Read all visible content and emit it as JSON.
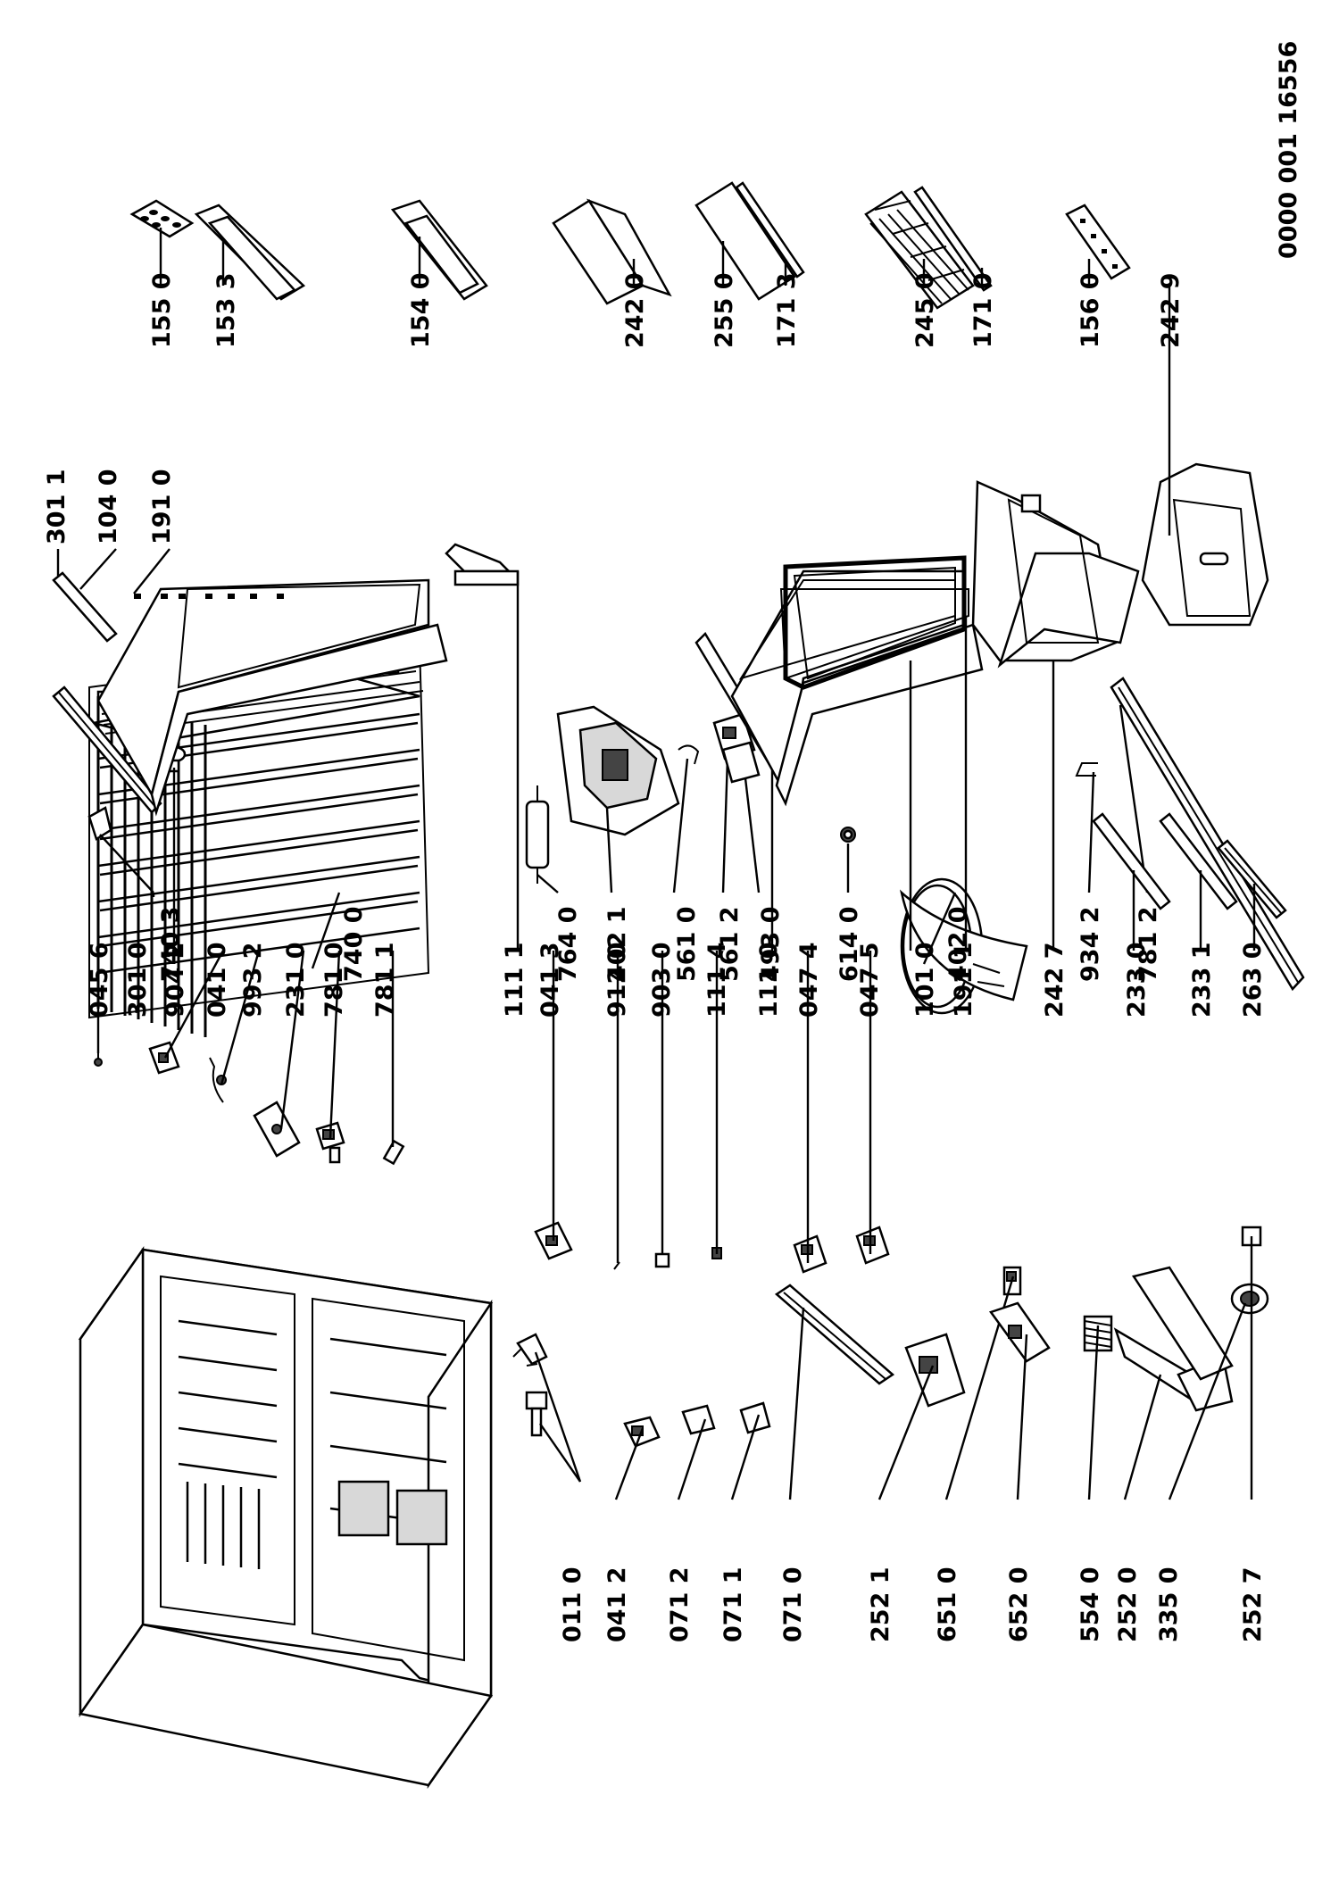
{
  "document_number": "0000 001 16556",
  "parts": {
    "p7403": "740 3",
    "p7400": "740 0",
    "p7640": "764 0",
    "p4021": "402 1",
    "p5610": "561 0",
    "p5612": "561 2",
    "p4930": "493 0",
    "p6140": "614 0",
    "p4020": "402 0",
    "p9342": "934 2",
    "p7812": "781 2",
    "p0110": "011 0",
    "p0412": "041 2",
    "p0712": "071 2",
    "p0711": "071 1",
    "p0710": "071 0",
    "p2521": "252 1",
    "p6510": "651 0",
    "p6520": "652 0",
    "p5540": "554 0",
    "p2520": "252 0",
    "p3350": "335 0",
    "p2527": "252 7",
    "p0456": "045 6",
    "p3010": "301 0",
    "p9042": "904 2",
    "p0410": "041 0",
    "p9932": "993 2",
    "p2310": "231 0",
    "p7810": "781 0",
    "p7811": "781 1",
    "p1111": "111 1",
    "p0413": "041 3",
    "p9120": "912 0",
    "p9030": "903 0",
    "p1114": "111 4",
    "p1110": "111 0",
    "p0474": "047 4",
    "p0475": "047 5",
    "p1010": "101 0",
    "p1911": "191 1",
    "p2427": "242 7",
    "p2330": "233 0",
    "p2331": "233 1",
    "p2630": "263 0",
    "p3011": "301 1",
    "p1040": "104 0",
    "p1910": "191 0",
    "p1550": "155 0",
    "p1533": "153 3",
    "p1540": "154 0",
    "p2420": "242 0",
    "p2550": "255 0",
    "p1713": "171 3",
    "p2450": "245 0",
    "p1710": "171 0",
    "p1560": "156 0",
    "p2429": "242 9"
  }
}
